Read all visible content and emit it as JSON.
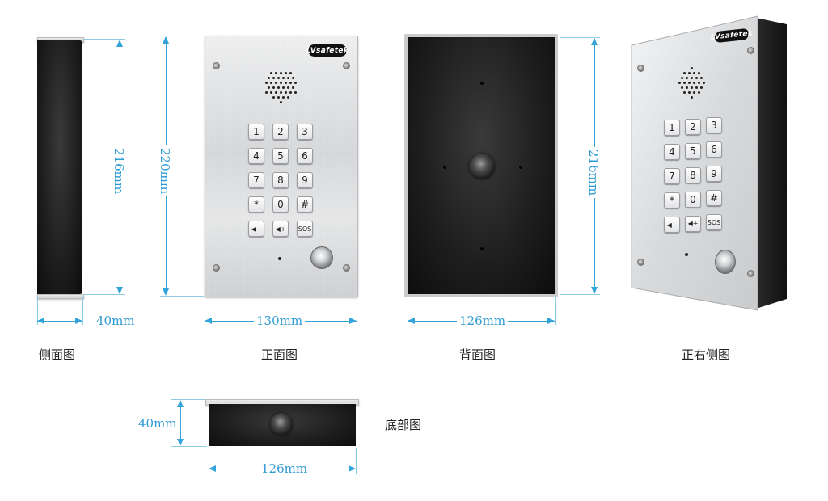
{
  "views": {
    "side": {
      "caption": "侧面图",
      "height_dim": "216mm",
      "width_dim": "40mm"
    },
    "front": {
      "caption": "正面图",
      "height_dim": "220mm",
      "width_dim": "130mm",
      "logo_text": "LVsafetek",
      "keys": [
        "1",
        "2",
        "3",
        "4",
        "5",
        "6",
        "7",
        "8",
        "9",
        "*",
        "0",
        "#",
        "◀−",
        "◀+",
        "SOS"
      ]
    },
    "back": {
      "caption": "背面图",
      "height_dim": "216mm",
      "width_dim": "126mm"
    },
    "right_side": {
      "caption": "正右侧图",
      "logo_text": "LVsafetek",
      "keys": [
        "1",
        "2",
        "3",
        "4",
        "5",
        "6",
        "7",
        "8",
        "9",
        "*",
        "0",
        "#",
        "◀−",
        "◀+",
        "SOS"
      ]
    },
    "bottom": {
      "caption": "底部图",
      "height_dim": "40mm",
      "width_dim": "126mm"
    }
  },
  "colors": {
    "dimension": "#33a4da",
    "panel_black": "#1a1a1a",
    "steel": "#dcdee0"
  }
}
